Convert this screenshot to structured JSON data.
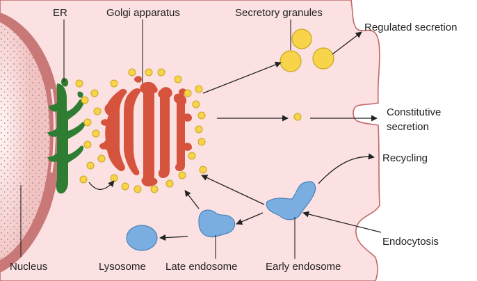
{
  "labels": {
    "er": "ER",
    "golgi": "Golgi apparatus",
    "secretory_granules": "Secretory granules",
    "regulated_secretion": "Regulated secretion",
    "constitutive_line1": "Constitutive",
    "constitutive_line2": "secretion",
    "recycling": "Recycling",
    "endocytosis": "Endocytosis",
    "nucleus": "Nucleus",
    "lysosome": "Lysosome",
    "late_endosome": "Late endosome",
    "early_endosome": "Early endosome"
  },
  "colors": {
    "cytoplasm": "#fbe1e1",
    "nucleus": "#f1c4c4",
    "nuclear_envelope": "#c06868",
    "er": "#2e7d32",
    "golgi": "#d6533d",
    "vesicle": "#f7d44a",
    "endosome": "#7aaee0",
    "arrow": "#222222"
  }
}
